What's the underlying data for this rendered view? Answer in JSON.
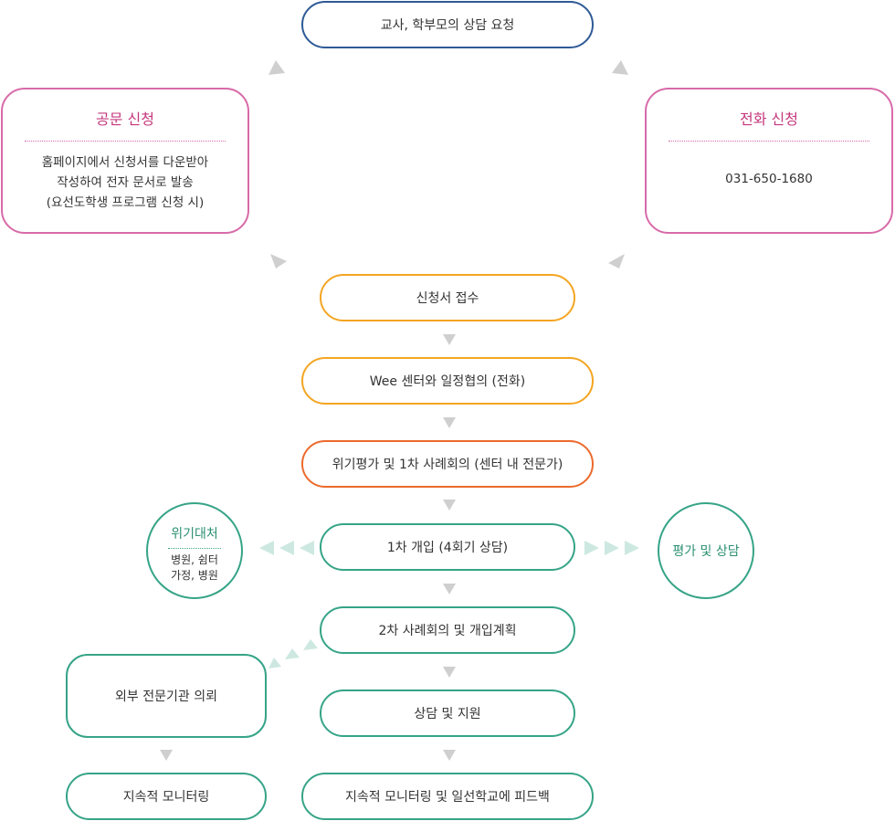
{
  "top": {
    "request": "교사, 학부모의 상담 요청"
  },
  "official": {
    "title": "공문 신청",
    "lines": [
      "홈페이지에서 신청서를 다운받아",
      "작성하여 전자 문서로 발송",
      "(요선도학생 프로그램 신청 시)"
    ]
  },
  "phone": {
    "title": "전화 신청",
    "number": "031-650-1680"
  },
  "flow": {
    "receipt": "신청서 접수",
    "schedule": "Wee 센터와 일정협의 (전화)",
    "assessment": "위기평가 및 1차 사례회의 (센터 내 전문가)",
    "first_intervention": "1차 개입 (4회기 상담)",
    "second_meeting": "2차 사례회의 및 개입계획",
    "support": "상담 및 지원",
    "feedback": "지속적 모니터링 및 일선학교에 피드백"
  },
  "crisis": {
    "title": "위기대처",
    "lines": [
      "병원, 쉼터",
      "가정, 병원"
    ]
  },
  "evaluation": {
    "title": "평가 및 상담"
  },
  "external": {
    "referral": "외부 전문기관 의뢰",
    "monitoring": "지속적 모니터링"
  },
  "colors": {
    "navy": "#2e5a96",
    "pink": "#d86aa8",
    "orange": "#f4a522",
    "dark_orange": "#ec6a2c",
    "green": "#36a487",
    "arrow_grey": "#cfcfcf"
  }
}
